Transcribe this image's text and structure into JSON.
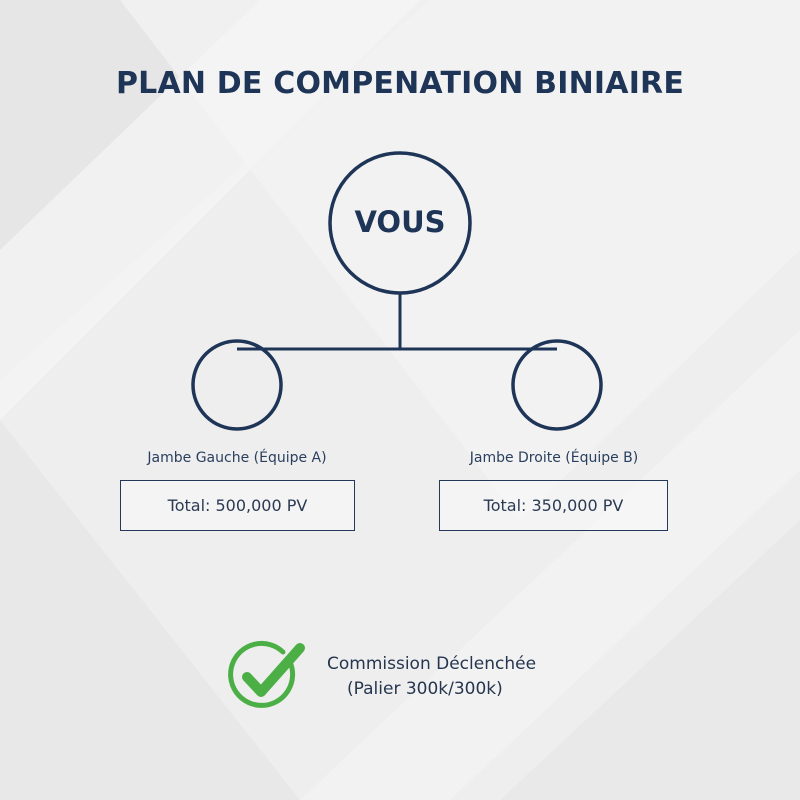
{
  "title": "PLAN DE COMPENATION BINIAIRE",
  "root": {
    "label": "VOUS"
  },
  "legs": [
    {
      "label": "Jambe Gauche (Équipe A)",
      "total": "Total: 500,000 PV"
    },
    {
      "label": "Jambe Droite (Équipe B)",
      "total": "Total: 350,000 PV"
    }
  ],
  "status": {
    "title": "Commission Déclenchée",
    "detail": "(Palier 300k/300k)",
    "icon": "check-circle-icon",
    "color": "#4caf46"
  },
  "colors": {
    "primary": "#1e3557",
    "accent": "#4caf46"
  }
}
